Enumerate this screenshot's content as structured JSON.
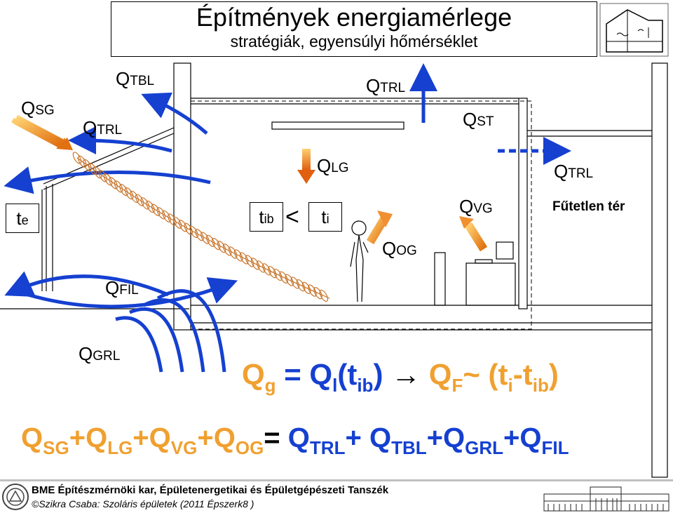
{
  "title": "Építmények energiamérlege",
  "subtitle": "stratégiák, egyensúlyi hőmérséklet",
  "labels": {
    "qtbl": {
      "main": "Q",
      "sub": "TBL"
    },
    "qsg": {
      "main": "Q",
      "sub": "SG"
    },
    "qtrl_left": {
      "main": "Q",
      "sub": "TRL"
    },
    "qtrl_top": {
      "main": "Q",
      "sub": "TRL"
    },
    "qst": {
      "main": "Q",
      "sub": "ST"
    },
    "qlg": {
      "main": "Q",
      "sub": "LG"
    },
    "qtrl_right": {
      "main": "Q",
      "sub": "TRL"
    },
    "qvg": {
      "main": "Q",
      "sub": "VG"
    },
    "qog": {
      "main": "Q",
      "sub": "OG"
    },
    "qfil": {
      "main": "Q",
      "sub": "FIL"
    },
    "qgrl": {
      "main": "Q",
      "sub": "GRL"
    },
    "te": {
      "main": "t",
      "sub": "e"
    },
    "tib": {
      "main": "t",
      "sub": "ib"
    },
    "ti": {
      "main": "t",
      "sub": "i"
    },
    "lt": "<",
    "unheated": "Fűtetlen tér"
  },
  "equation1": {
    "q": "Q",
    "g": "g",
    "eq": " = Q",
    "l": "l",
    "t1": "(t",
    "ib1": "ib",
    "close1": ")",
    "arrow": " → ",
    "qf": "Q",
    "f": "F",
    "tilde": "~ (t",
    "i": "i",
    "dash": "-t",
    "ib2": "ib",
    "close2": ")"
  },
  "equation2": {
    "terms_left": [
      {
        "q": "Q",
        "sub": "SG",
        "op": "+"
      },
      {
        "q": "Q",
        "sub": "LG",
        "op": "+"
      },
      {
        "q": "Q",
        "sub": "VG",
        "op": "+"
      },
      {
        "q": "Q",
        "sub": "OG",
        "op": ""
      }
    ],
    "equals": "= ",
    "terms_right": [
      {
        "q": "Q",
        "sub": "TRL",
        "op": "+ "
      },
      {
        "q": "Q",
        "sub": "TBL",
        "op": "+"
      },
      {
        "q": "Q",
        "sub": "GRL",
        "op": "+"
      },
      {
        "q": "Q",
        "sub": "FIL",
        "op": ""
      }
    ]
  },
  "footer": {
    "line1": "BME Építészmérnöki kar, Épületenergetikai és Épületgépészeti Tanszék",
    "line2": "©Szikra Csaba: Szoláris épületek (2011 Épszerk8 )"
  },
  "colors": {
    "orange": "#f0a030",
    "blue": "#1540d0",
    "coil": "#c8742a"
  },
  "icons": [
    "building-section-thumbnail",
    "university-logo",
    "university-building-drawing",
    "person-figure"
  ]
}
